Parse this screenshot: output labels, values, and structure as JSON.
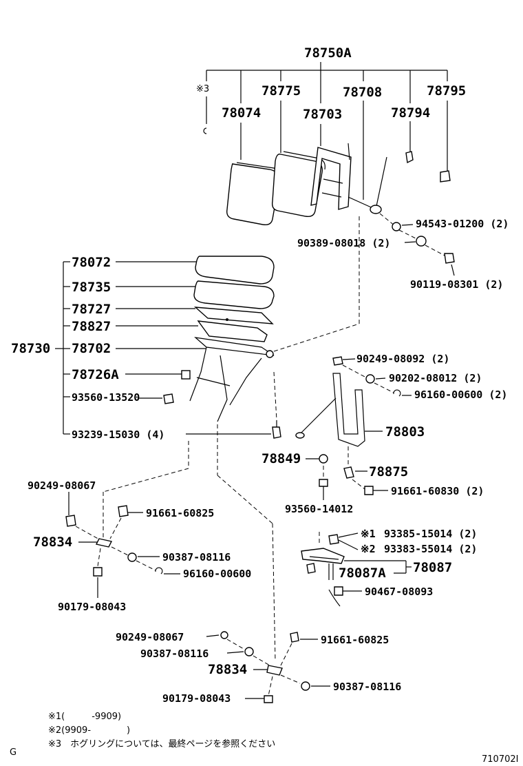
{
  "top_assembly": {
    "main": "78750A",
    "note3_marker": "※3",
    "parts": [
      "78074",
      "78775",
      "78703",
      "78708",
      "78794",
      "78795"
    ]
  },
  "seat_parts": {
    "group": "78730",
    "cushion": "78072",
    "pad": "78735",
    "sheet": "78727",
    "sheet2": "78827",
    "frame": "78702",
    "bracket": "78726A",
    "bolt": "93560-13520",
    "screw": "93239-15030 (4)"
  },
  "right_parts": {
    "washer": "94543-01200 (2)",
    "bush": "90389-08018 (2)",
    "bolt": "90119-08301 (2)",
    "bolt2": "90249-08092 (2)",
    "bush2": "90202-08012 (2)",
    "clip": "96160-00600 (2)",
    "leg": "78803",
    "cap": "78849",
    "stopper": "78875",
    "nut": "91661-60830 (2)",
    "bolt3": "93560-14012"
  },
  "lock_parts": {
    "screw1_mark": "※1",
    "screw1": "93385-15014 (2)",
    "screw2_mark": "※2",
    "screw2": "93383-55014 (2)",
    "lock": "78087A",
    "lock_assy": "78087",
    "pin": "90467-08093"
  },
  "link_upper": {
    "bolt": "90249-08067",
    "nut": "91661-60825",
    "link": "78834",
    "bush": "90387-08116",
    "clip": "96160-00600",
    "nut2": "90179-08043"
  },
  "link_lower": {
    "bolt": "90249-08067",
    "nut": "91661-60825",
    "bush": "90387-08116",
    "link": "78834",
    "bush2": "90387-08116",
    "nut2": "90179-08043"
  },
  "notes": {
    "n1": "※1(　　　-9909)",
    "n2": "※2(9909-　　　　)",
    "n3": "※3　ホグリングについては、最終ページを参照ください"
  },
  "corner": {
    "letter": "G",
    "code": "710702I"
  }
}
